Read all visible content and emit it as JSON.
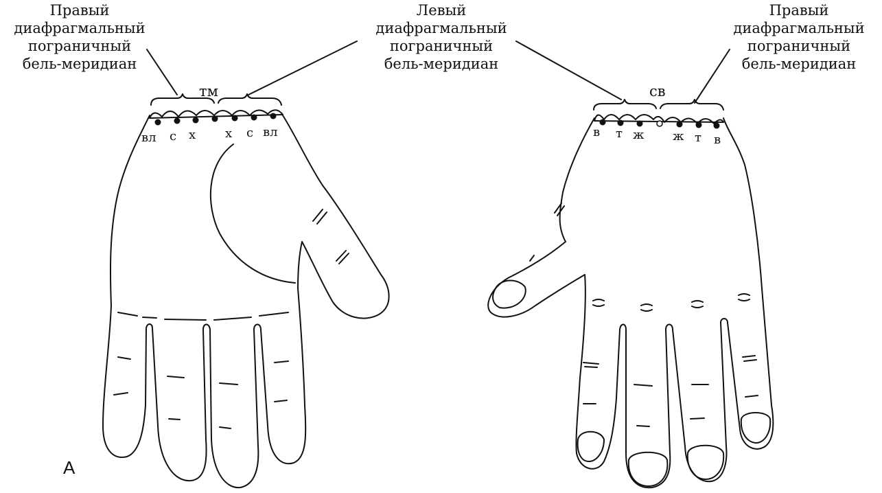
{
  "captions": {
    "left": {
      "lines": [
        "Правый",
        "диафрагмальный",
        "пограничный",
        "бель-меридиан"
      ]
    },
    "middle": {
      "lines": [
        "Левый",
        "диафрагмальный",
        "пограничный",
        "бель-меридиан"
      ]
    },
    "right": {
      "lines": [
        "Правый",
        "диафрагмальный",
        "пограничный",
        "бель-меридиан"
      ]
    }
  },
  "left_hand": {
    "group_label": "тм",
    "points": [
      "вл",
      "с",
      "х",
      "х",
      "с",
      "вл"
    ]
  },
  "right_hand": {
    "group_label": "св",
    "points": [
      "в",
      "т",
      "ж",
      "ж",
      "т",
      "в"
    ]
  },
  "panel_label": "А",
  "colors": {
    "ink": "#111111",
    "paper": "#ffffff"
  }
}
